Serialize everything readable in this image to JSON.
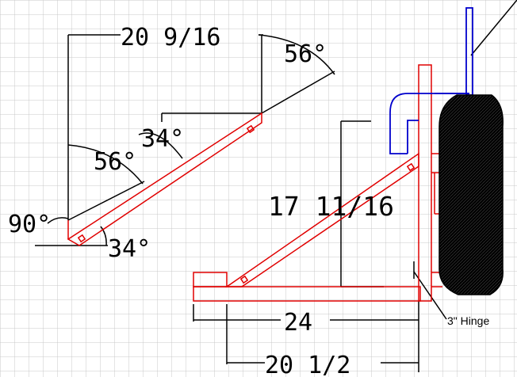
{
  "colors": {
    "background": "#ffffff",
    "grid": "#c8c8c8",
    "frame": "#e00000",
    "hydraulic": "#0000cc",
    "tire": "#000000",
    "dimension": "#000000"
  },
  "dimensions": {
    "top_width": "20 9/16",
    "top_angle": "56°",
    "mid_angle_small": "34°",
    "mid_angle_large": "56°",
    "left_angle": "90°",
    "bottom_angle": "34°",
    "height": "17 11/16",
    "base_length": "24",
    "base_inner_length": "20 1/2"
  },
  "labels": {
    "hinge": "3\" Hinge"
  }
}
